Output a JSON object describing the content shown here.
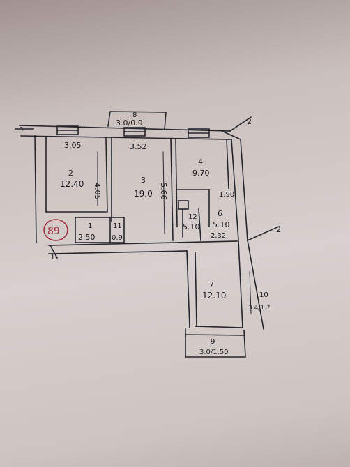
{
  "plan": {
    "stamp": "89",
    "rooms": [
      {
        "id": "r1",
        "number": "1",
        "area": "2.50"
      },
      {
        "id": "r2",
        "number": "2",
        "area": "12.40"
      },
      {
        "id": "r3",
        "number": "3",
        "area": "19.0"
      },
      {
        "id": "r4",
        "number": "4",
        "area": "9.70"
      },
      {
        "id": "r6",
        "number": "6",
        "area": "5.10"
      },
      {
        "id": "r7",
        "number": "7",
        "area": "12.10"
      },
      {
        "id": "r8",
        "number": "8",
        "area": "3.0/0.9"
      },
      {
        "id": "r9",
        "number": "9",
        "area": "3.0/1.50"
      },
      {
        "id": "r10",
        "number": "10",
        "area": "3.4/1.7"
      },
      {
        "id": "r11",
        "number": "11",
        "area": "0.9"
      },
      {
        "id": "r12",
        "number": "12",
        "area": "5.10"
      }
    ],
    "dimensions": {
      "d305": "3.05",
      "d352": "3.52",
      "d405": "4.05",
      "d566": "5.66",
      "d190": "1.90",
      "d232": "2.32"
    },
    "section_marks": {
      "top": "1",
      "mid": "1",
      "diag_a": "2",
      "diag_b": "2"
    }
  }
}
